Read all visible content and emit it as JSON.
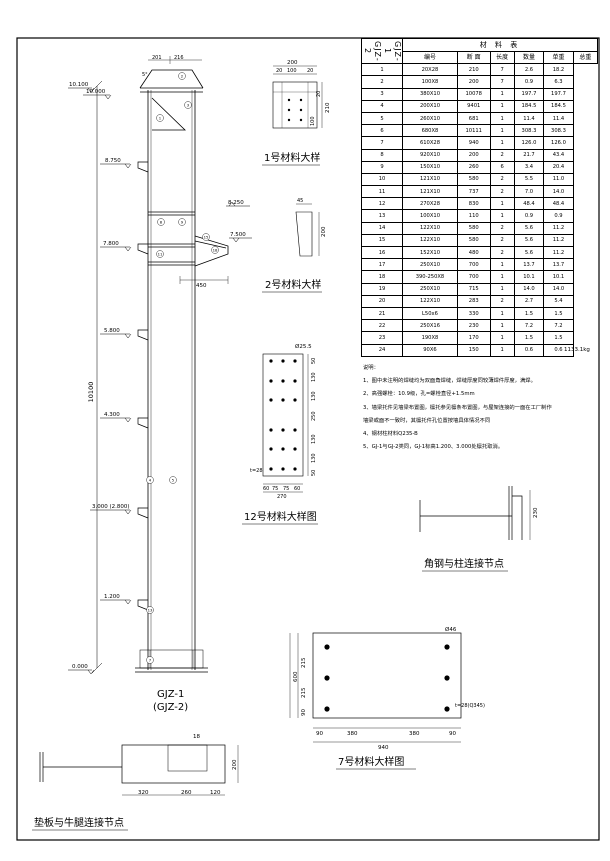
{
  "drawing": {
    "column_label": "GJZ-1",
    "column_label_alt": "(GJZ-2)",
    "total_height": "10100",
    "top_width_parts": [
      "201",
      "216"
    ],
    "top_angle": "5°",
    "elevations": [
      {
        "label": "10.100"
      },
      {
        "label": "10.000"
      },
      {
        "label": "8.750"
      },
      {
        "label": "8.250"
      },
      {
        "label": "7.800"
      },
      {
        "label": "7.500"
      },
      {
        "label": "5.800"
      },
      {
        "label": "4.300"
      },
      {
        "label": "3.000 (2.800)"
      },
      {
        "label": "1.200"
      },
      {
        "label": "0.000"
      }
    ],
    "bracket_dim": "450",
    "part_numbers": [
      "1",
      "2",
      "3",
      "4",
      "5",
      "6",
      "7",
      "8",
      "9",
      "10",
      "11",
      "12",
      "13",
      "14",
      "15",
      "16",
      "17",
      "18",
      "19",
      "20",
      "21",
      "22",
      "23",
      "24"
    ]
  },
  "detail1": {
    "title": "1号材料大样",
    "dims_top": [
      "200",
      "20",
      "100",
      "20"
    ],
    "dims_side": [
      "210",
      "100",
      "20"
    ]
  },
  "detail2": {
    "title": "2号材料大样",
    "dim": "200",
    "dim_small": "45"
  },
  "detail12": {
    "title": "12号材料大样图",
    "hole": "Ø25.5",
    "dims_right": [
      "50",
      "130",
      "130",
      "250",
      "130",
      "130",
      "50"
    ],
    "dims_bottom": [
      "60",
      "75",
      "75",
      "60"
    ],
    "width": "270",
    "thickness": "t=28"
  },
  "detail_angle": {
    "title": "角钢与柱连接节点",
    "dim": "230"
  },
  "detail7": {
    "title": "7号材料大样图",
    "hole": "Ø46",
    "dims_left": [
      "215",
      "215",
      "90"
    ],
    "height": "600",
    "dims_bottom": [
      "90",
      "380",
      "380",
      "90"
    ],
    "width": "940",
    "thickness": "t=28(Q345)"
  },
  "detail_pad": {
    "title": "垫板与牛腿连接节点",
    "callout": "18",
    "dims_bottom": [
      "320",
      "260",
      "120"
    ],
    "height": "200"
  },
  "table": {
    "title": "材 料 表",
    "side_label": "GJZ-1 GJZ-2",
    "headers": [
      "编号",
      "断 面",
      "长度",
      "数量",
      "单重",
      "总重"
    ],
    "rows": [
      [
        "1",
        "20X28",
        "210",
        "7",
        "2.6",
        "18.2"
      ],
      [
        "2",
        "100X8",
        "200",
        "7",
        "0.9",
        "6.3"
      ],
      [
        "3",
        "380X10",
        "10078",
        "1",
        "197.7",
        "197.7"
      ],
      [
        "4",
        "200X10",
        "9401",
        "1",
        "184.5",
        "184.5"
      ],
      [
        "5",
        "260X10",
        "681",
        "1",
        "11.4",
        "11.4"
      ],
      [
        "6",
        "680X8",
        "10111",
        "1",
        "308.3",
        "308.3"
      ],
      [
        "7",
        "610X28",
        "940",
        "1",
        "126.0",
        "126.0"
      ],
      [
        "8",
        "920X10",
        "200",
        "2",
        "21.7",
        "43.4"
      ],
      [
        "9",
        "150X10",
        "260",
        "6",
        "3.4",
        "20.4"
      ],
      [
        "10",
        "121X10",
        "580",
        "2",
        "5.5",
        "11.0"
      ],
      [
        "11",
        "121X10",
        "737",
        "2",
        "7.0",
        "14.0"
      ],
      [
        "12",
        "270X28",
        "830",
        "1",
        "48.4",
        "48.4"
      ],
      [
        "13",
        "100X10",
        "110",
        "1",
        "0.9",
        "0.9"
      ],
      [
        "14",
        "122X10",
        "580",
        "2",
        "5.6",
        "11.2"
      ],
      [
        "15",
        "122X10",
        "580",
        "2",
        "5.6",
        "11.2"
      ],
      [
        "16",
        "152X10",
        "480",
        "2",
        "5.6",
        "11.2"
      ],
      [
        "17",
        "250X10",
        "700",
        "1",
        "13.7",
        "13.7"
      ],
      [
        "18",
        "390-250X8",
        "700",
        "1",
        "10.1",
        "10.1"
      ],
      [
        "19",
        "250X10",
        "715",
        "1",
        "14.0",
        "14.0"
      ],
      [
        "20",
        "122X10",
        "283",
        "2",
        "2.7",
        "5.4"
      ],
      [
        "21",
        "L50x6",
        "330",
        "1",
        "1.5",
        "1.5"
      ],
      [
        "22",
        "250X16",
        "230",
        "1",
        "7.2",
        "7.2"
      ],
      [
        "23",
        "190X8",
        "170",
        "1",
        "1.5",
        "1.5"
      ],
      [
        "24",
        "90X6",
        "150",
        "1",
        "0.6",
        "0.6"
      ]
    ],
    "total": "1133.1kg"
  },
  "notes": {
    "heading": "说明：",
    "items": [
      "1、图中未注明的焊缝均为双面角焊缝，焊缝厚度同较薄焊件厚度，满焊。",
      "2、高强螺栓：10.9级，孔=螺栓直径+1.5mm",
      "3、墙梁托件见墙梁布置图，檩托参见檩条布置图，与屋架连接的一面在工厂制作",
      "   墙梁或面不一致时，其檩托件孔位置按墙具体情况不同",
      "4、钢材柱材料Q235-B",
      "5、GJ-1与GJ-2类同，GJ-1标高1.200、3.000处檩托取消。"
    ]
  }
}
